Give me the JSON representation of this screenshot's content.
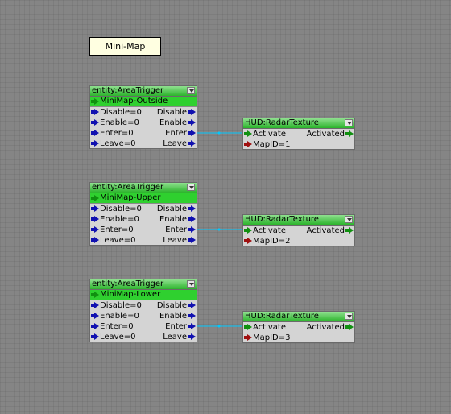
{
  "comment": {
    "text": "Mini-Map"
  },
  "triggers": [
    {
      "title": "entity:AreaTrigger",
      "entity": "MiniMap-Outside",
      "inputs": [
        "Disable=0",
        "Enable=0",
        "Enter=0",
        "Leave=0"
      ],
      "outputs": [
        "Disable",
        "Enable",
        "Enter",
        "Leave"
      ]
    },
    {
      "title": "entity:AreaTrigger",
      "entity": "MiniMap-Upper",
      "inputs": [
        "Disable=0",
        "Enable=0",
        "Enter=0",
        "Leave=0"
      ],
      "outputs": [
        "Disable",
        "Enable",
        "Enter",
        "Leave"
      ]
    },
    {
      "title": "entity:AreaTrigger",
      "entity": "MiniMap-Lower",
      "inputs": [
        "Disable=0",
        "Enable=0",
        "Enter=0",
        "Leave=0"
      ],
      "outputs": [
        "Disable",
        "Enable",
        "Enter",
        "Leave"
      ]
    }
  ],
  "radars": [
    {
      "title": "HUD:RadarTexture",
      "input": "Activate",
      "output": "Activated",
      "param": "MapID=1"
    },
    {
      "title": "HUD:RadarTexture",
      "input": "Activate",
      "output": "Activated",
      "param": "MapID=2"
    },
    {
      "title": "HUD:RadarTexture",
      "input": "Activate",
      "output": "Activated",
      "param": "MapID=3"
    }
  ],
  "colors": {
    "background": "#858585",
    "title_green": "#2cb42c",
    "entity_green": "#2fd02f",
    "link_color": "#00c8ff",
    "port_blue": "#1010b0",
    "port_green": "#109010",
    "port_red": "#a01010"
  },
  "icons": [
    "input-port-arrow-icon",
    "output-port-arrow-icon",
    "collapse-chevron-icon"
  ]
}
